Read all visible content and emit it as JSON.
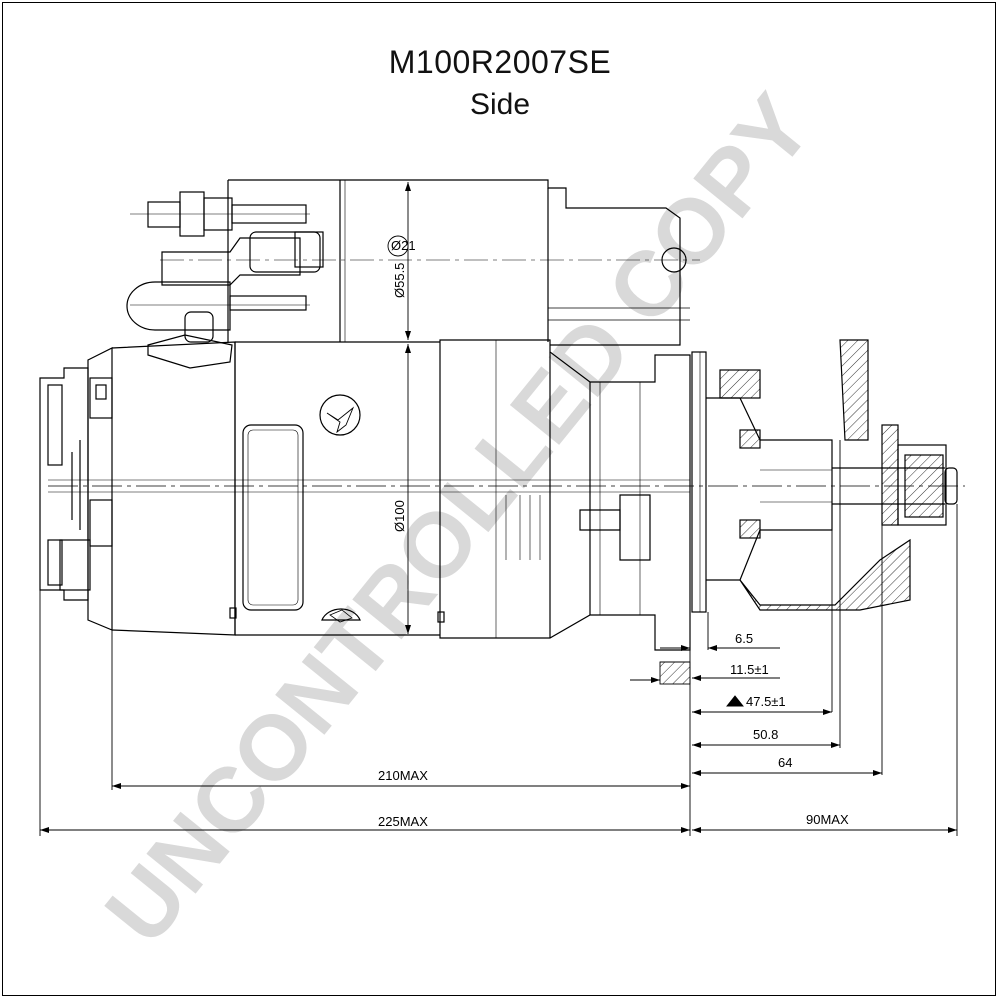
{
  "drawing": {
    "title": "M100R2007SE",
    "view": "Side",
    "watermark": "UNCONTROLLED COPY",
    "dimensions": {
      "d_solenoid_small": "Ø21",
      "d_solenoid": "Ø55.5",
      "d_body": "Ø100",
      "d_6_5": "6.5",
      "d_11_5": "11.5±1",
      "d_47_5": "47.5±1",
      "d_50_8": "50.8",
      "d_64": "64",
      "d_210": "210MAX",
      "d_225": "225MAX",
      "d_90": "90MAX"
    }
  }
}
